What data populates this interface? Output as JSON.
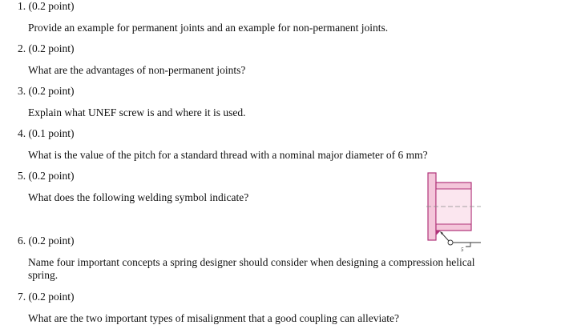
{
  "questions": [
    {
      "number": "1.",
      "points": "(0.2 point)",
      "text": "Provide an example for permanent joints and an example for non-permanent joints."
    },
    {
      "number": "2.",
      "points": "(0.2 point)",
      "text": "What are the advantages of non-permanent joints?"
    },
    {
      "number": "3.",
      "points": "(0.2 point)",
      "text": "Explain what UNEF screw is and where it is used."
    },
    {
      "number": "4.",
      "points": "(0.1 point)",
      "text": "What is the value of the pitch for a standard thread with a nominal major diameter of 6 mm?"
    },
    {
      "number": "5.",
      "points": "(0.2 point)",
      "text": "What does the following welding symbol indicate?"
    },
    {
      "number": "6.",
      "points": "(0.2 point)",
      "text": "Name four important concepts a spring designer should consider when designing a compression helical spring."
    },
    {
      "number": "7.",
      "points": "(0.2 point)",
      "text": "What are the two important types of misalignment that a good coupling can alleviate?"
    }
  ],
  "weld_symbol": {
    "size_label": "5",
    "member_color": "#f4c6da",
    "outline_color": "#b0347a"
  }
}
